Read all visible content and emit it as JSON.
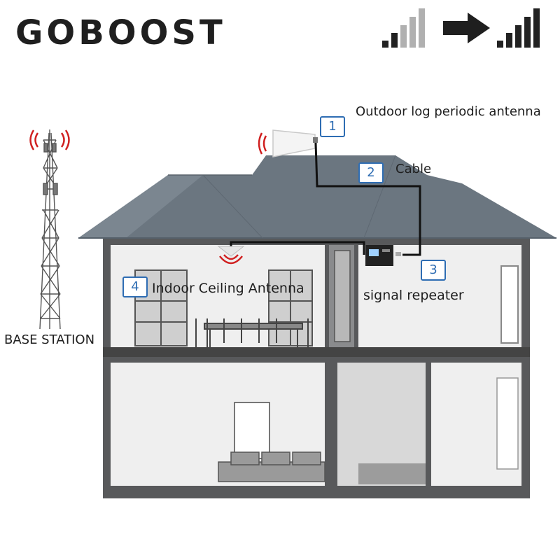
{
  "brand": {
    "name": "GOBOOST"
  },
  "labels": {
    "base_station": "BASE STATION",
    "outdoor_antenna": "Outdoor log periodic antenna",
    "cable": "Cable",
    "signal_repeater": "signal repeater",
    "indoor_antenna": "Indoor Ceiling Antenna"
  },
  "steps": [
    {
      "number": "1"
    },
    {
      "number": "2"
    },
    {
      "number": "3"
    },
    {
      "number": "4"
    }
  ],
  "signal": {
    "weak_bars_filled": 2,
    "strong_bars_filled": 5,
    "bar_count": 5
  },
  "colors": {
    "accent_blue": "#2e6db3",
    "roof": "#6b7680",
    "signal_red": "#d02020",
    "wall_dark": "#58595b",
    "room_light": "#efefef"
  }
}
